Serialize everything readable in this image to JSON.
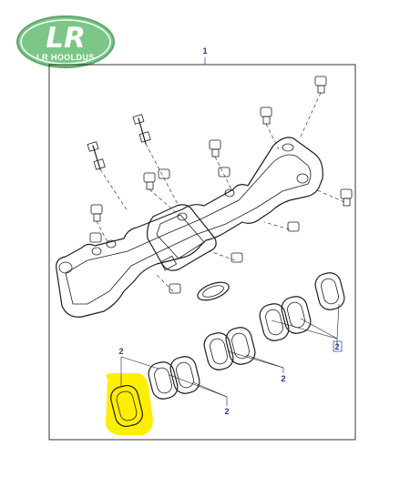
{
  "logo": {
    "brand_mark": "LR",
    "brand_name": "LR HOOLDUS",
    "fill_color": "#7cc688",
    "border_color": "#5aa868"
  },
  "diagram": {
    "callouts": [
      {
        "id": "manifold",
        "text": "1"
      },
      {
        "id": "gasket-top-left",
        "text": "2"
      },
      {
        "id": "gasket-bottom-mid",
        "text": "2"
      },
      {
        "id": "gasket-right-mid",
        "text": "2"
      },
      {
        "id": "gasket-far-right",
        "text": "2"
      }
    ],
    "highlight_color": "#ffee00",
    "callout_color": "#1f3a8a"
  }
}
